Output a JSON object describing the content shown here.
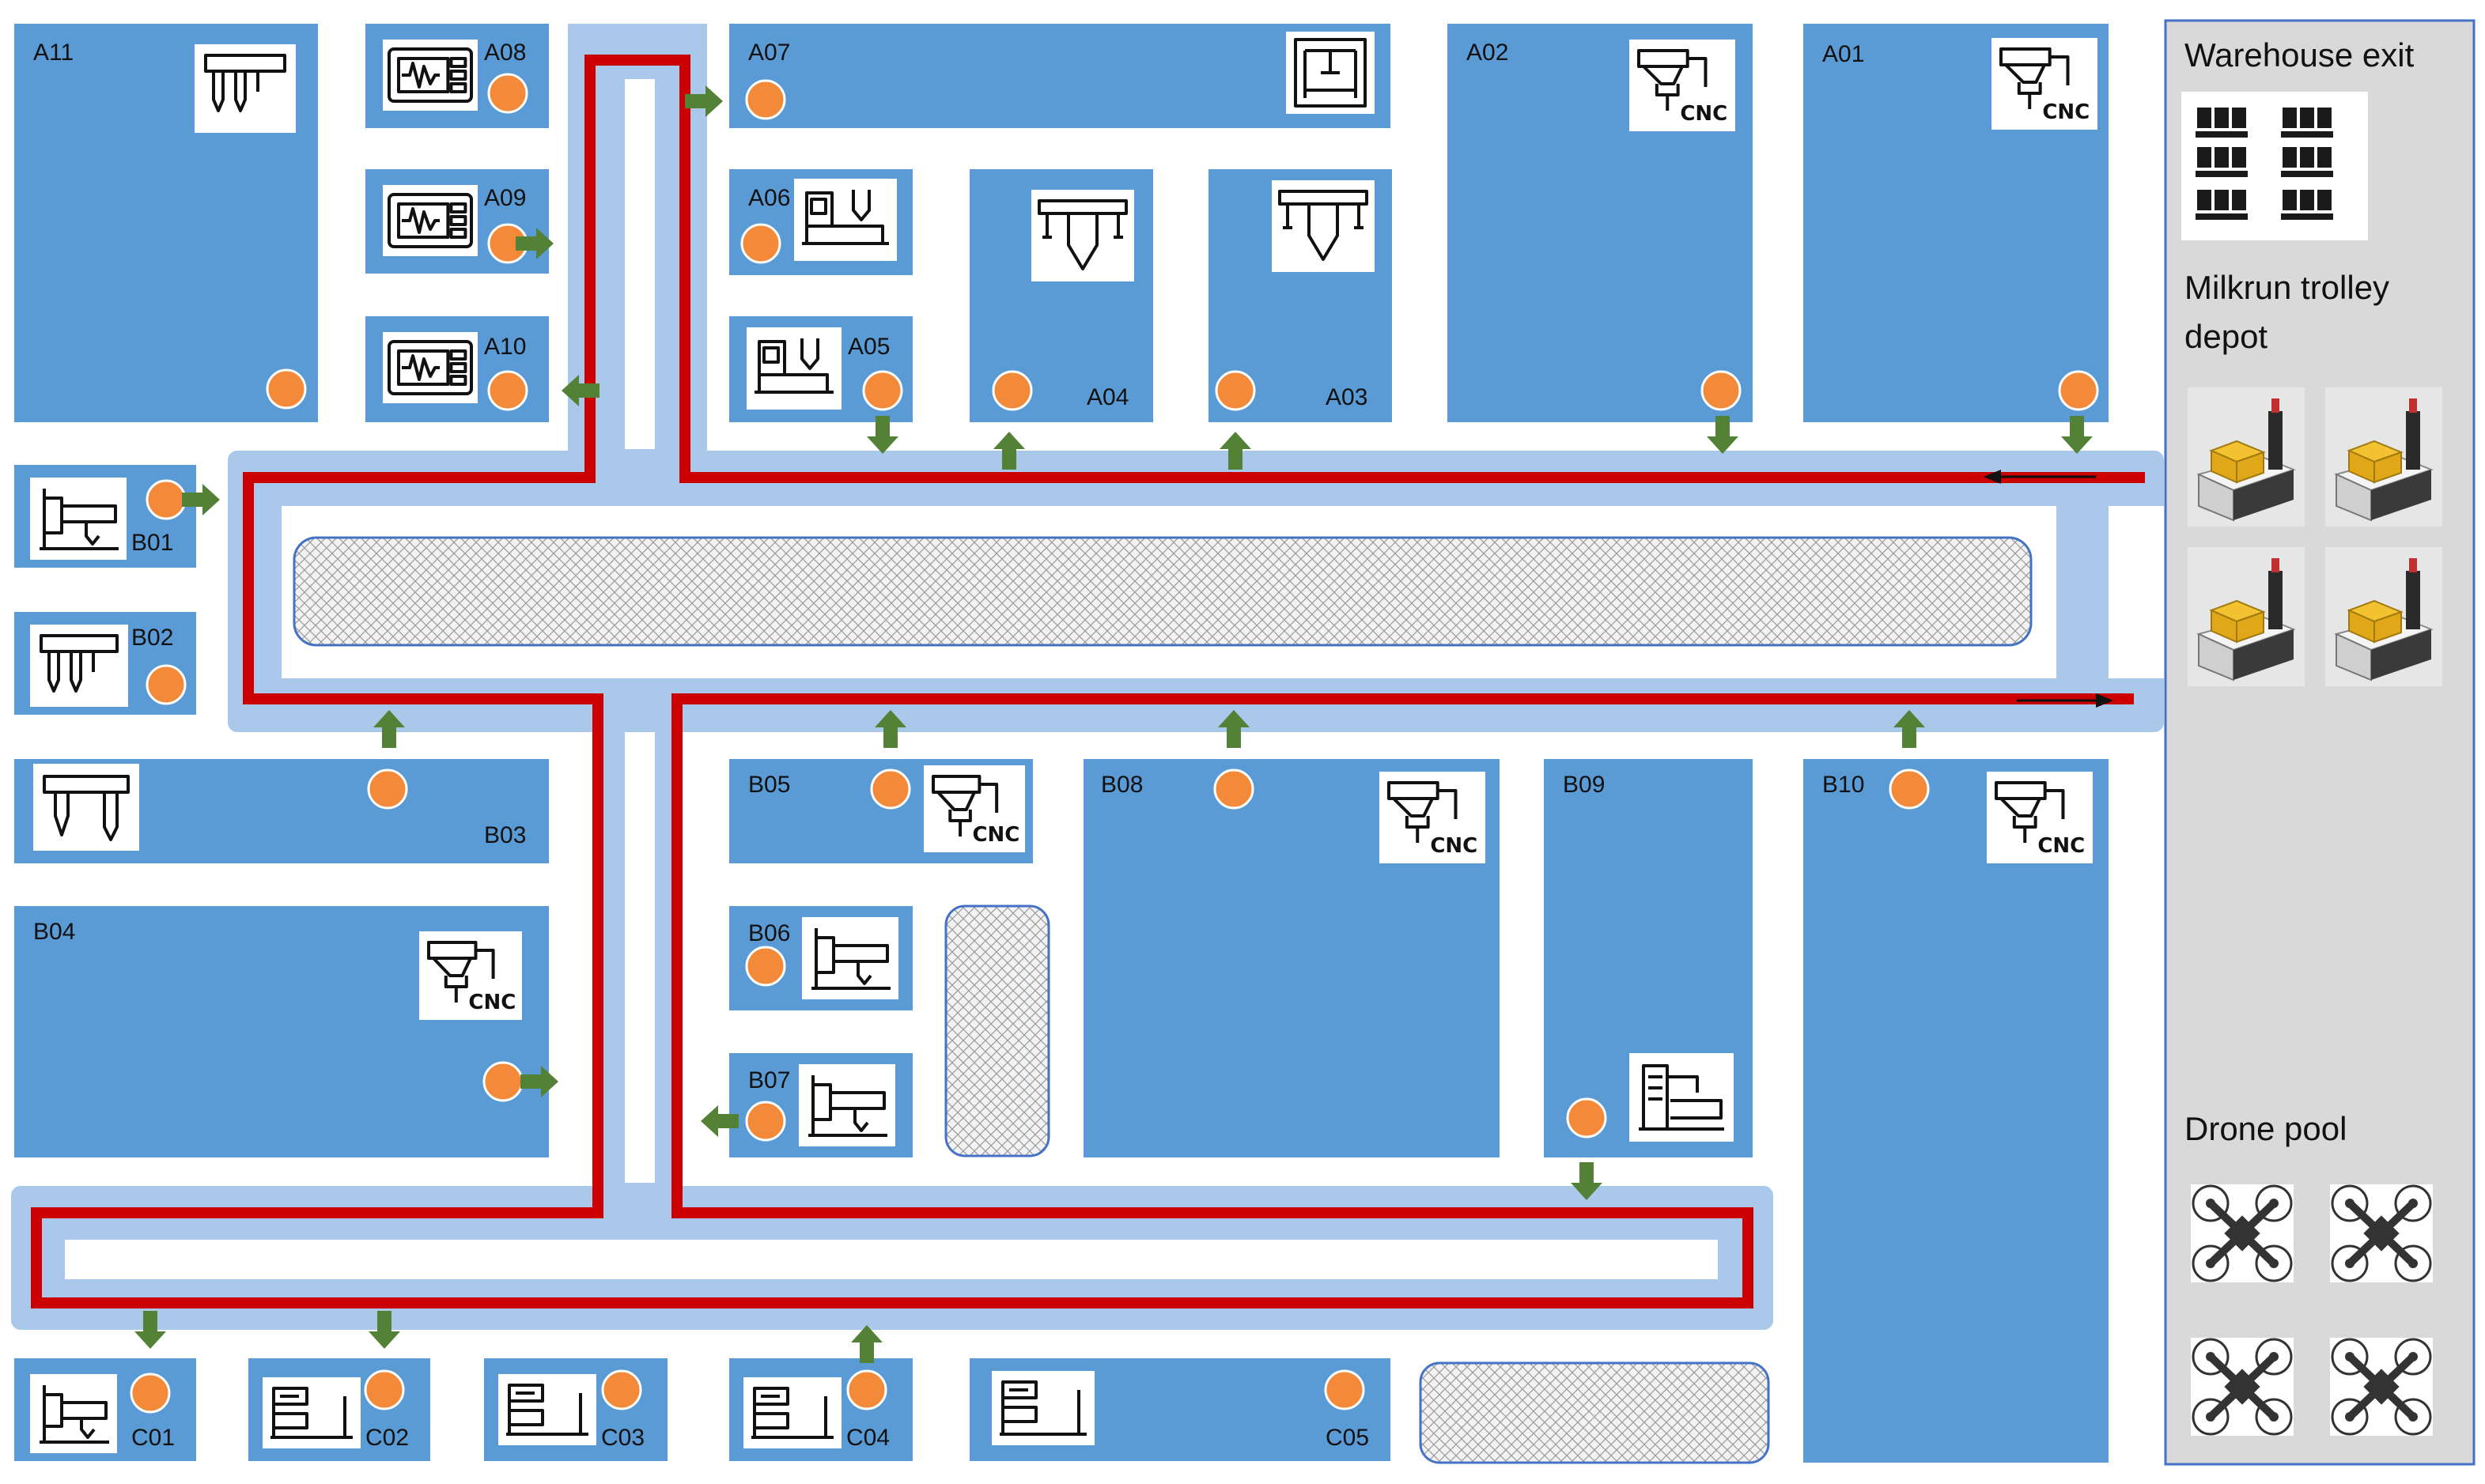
{
  "colors": {
    "machine": "#5b9bd5",
    "aisle": "#a9c8ea",
    "route": "#cc0000",
    "flow_arrow": "#538135",
    "port": "#f28a3a",
    "side_panel": "#d9d9d9",
    "obstacle_border": "#4472c4"
  },
  "machines": [
    {
      "id": "A11",
      "icon": "multi-spindle-drill-icon"
    },
    {
      "id": "A08",
      "icon": "control-panel-icon"
    },
    {
      "id": "A09",
      "icon": "control-panel-icon"
    },
    {
      "id": "A10",
      "icon": "control-panel-icon"
    },
    {
      "id": "A07",
      "icon": "3d-printer-icon"
    },
    {
      "id": "A06",
      "icon": "cnc-lathe-icon"
    },
    {
      "id": "A05",
      "icon": "cnc-lathe-icon"
    },
    {
      "id": "A04",
      "icon": "drill-press-icon"
    },
    {
      "id": "A03",
      "icon": "drill-press-icon"
    },
    {
      "id": "A02",
      "icon": "cnc-mill-icon"
    },
    {
      "id": "A01",
      "icon": "cnc-mill-icon"
    },
    {
      "id": "B01",
      "icon": "lathe-icon"
    },
    {
      "id": "B02",
      "icon": "multi-spindle-drill-icon"
    },
    {
      "id": "B03",
      "icon": "spindle-drill-icon"
    },
    {
      "id": "B04",
      "icon": "cnc-mill-icon"
    },
    {
      "id": "B05",
      "icon": "cnc-mill-icon"
    },
    {
      "id": "B06",
      "icon": "lathe-icon"
    },
    {
      "id": "B07",
      "icon": "lathe-icon"
    },
    {
      "id": "B08",
      "icon": "cnc-mill-icon"
    },
    {
      "id": "B09",
      "icon": "edm-machine-icon"
    },
    {
      "id": "B10",
      "icon": "cnc-mill-icon"
    },
    {
      "id": "C01",
      "icon": "lathe-icon"
    },
    {
      "id": "C02",
      "icon": "grinder-icon"
    },
    {
      "id": "C03",
      "icon": "grinder-icon"
    },
    {
      "id": "C04",
      "icon": "grinder-icon"
    },
    {
      "id": "C05",
      "icon": "grinder-icon"
    }
  ],
  "side_panel": {
    "warehouse_label": "Warehouse exit",
    "warehouse_icon": "pallet-stack-icon",
    "milkrun_label_line1": "Milkrun trolley",
    "milkrun_label_line2": "depot",
    "milkrun_icon": "milkrun-trolley-icon",
    "drone_label": "Drone  pool",
    "drone_icon": "quadcopter-drone-icon"
  },
  "icon_glyphs": {
    "cnc_text": "CNC"
  }
}
